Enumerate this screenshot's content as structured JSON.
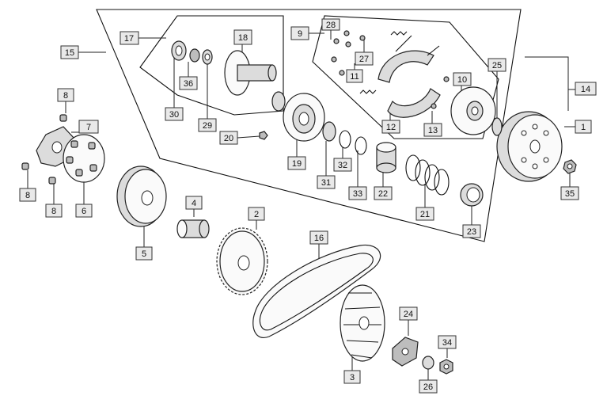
{
  "callouts": [
    {
      "id": "c1",
      "label": "1"
    },
    {
      "id": "c2",
      "label": "2"
    },
    {
      "id": "c3",
      "label": "3"
    },
    {
      "id": "c4",
      "label": "4"
    },
    {
      "id": "c5",
      "label": "5"
    },
    {
      "id": "c6",
      "label": "6"
    },
    {
      "id": "c7",
      "label": "7"
    },
    {
      "id": "c8a",
      "label": "8"
    },
    {
      "id": "c8b",
      "label": "8"
    },
    {
      "id": "c8c",
      "label": "8"
    },
    {
      "id": "c9",
      "label": "9"
    },
    {
      "id": "c10",
      "label": "10"
    },
    {
      "id": "c11",
      "label": "11"
    },
    {
      "id": "c12",
      "label": "12"
    },
    {
      "id": "c13",
      "label": "13"
    },
    {
      "id": "c14",
      "label": "14"
    },
    {
      "id": "c15",
      "label": "15"
    },
    {
      "id": "c16",
      "label": "16"
    },
    {
      "id": "c17",
      "label": "17"
    },
    {
      "id": "c18",
      "label": "18"
    },
    {
      "id": "c19",
      "label": "19"
    },
    {
      "id": "c20",
      "label": "20"
    },
    {
      "id": "c21",
      "label": "21"
    },
    {
      "id": "c22",
      "label": "22"
    },
    {
      "id": "c23",
      "label": "23"
    },
    {
      "id": "c24",
      "label": "24"
    },
    {
      "id": "c25",
      "label": "25"
    },
    {
      "id": "c26",
      "label": "26"
    },
    {
      "id": "c27",
      "label": "27"
    },
    {
      "id": "c28",
      "label": "28"
    },
    {
      "id": "c29",
      "label": "29"
    },
    {
      "id": "c30",
      "label": "30"
    },
    {
      "id": "c31",
      "label": "31"
    },
    {
      "id": "c32",
      "label": "32"
    },
    {
      "id": "c33",
      "label": "33"
    },
    {
      "id": "c34",
      "label": "34"
    },
    {
      "id": "c35",
      "label": "35"
    },
    {
      "id": "c36",
      "label": "36"
    }
  ]
}
